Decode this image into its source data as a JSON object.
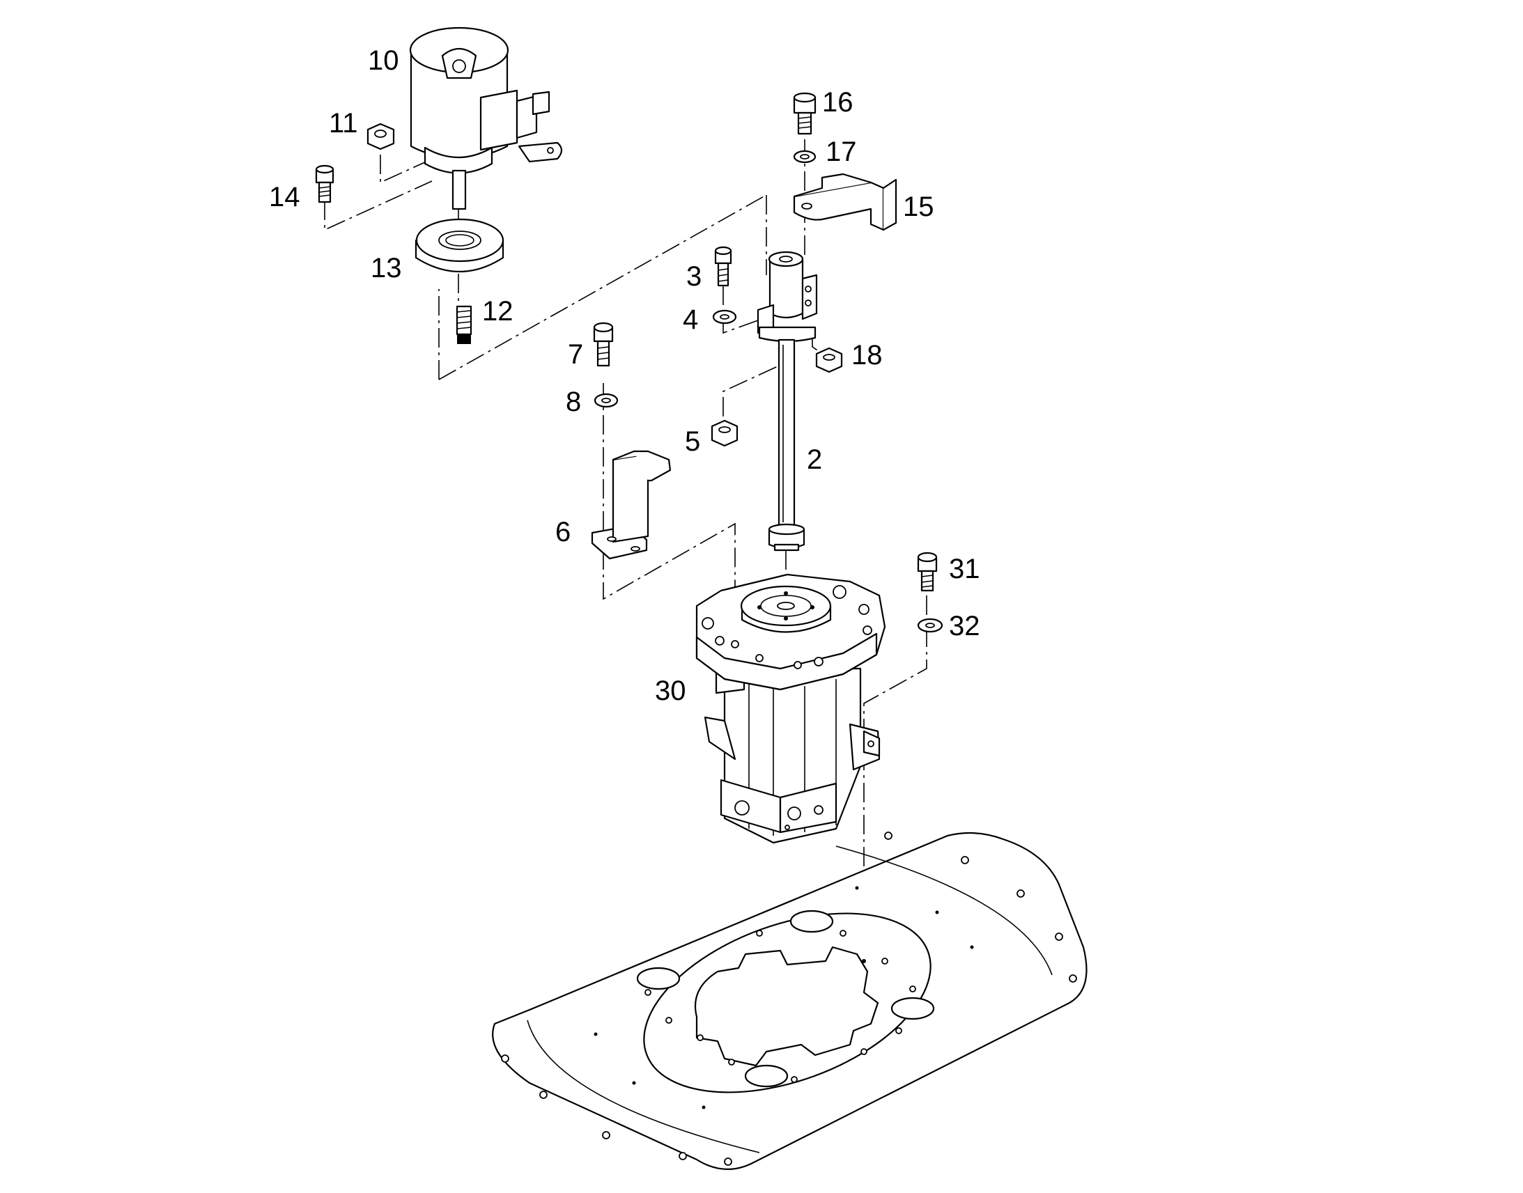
{
  "callouts": {
    "c2": "2",
    "c3": "3",
    "c4": "4",
    "c5": "5",
    "c6": "6",
    "c7": "7",
    "c8": "8",
    "c10": "10",
    "c11": "11",
    "c12": "12",
    "c13": "13",
    "c14": "14",
    "c15": "15",
    "c16": "16",
    "c17": "17",
    "c18": "18",
    "c30": "30",
    "c31": "31",
    "c32": "32"
  },
  "colors": {
    "line": "#000000",
    "background": "#ffffff"
  }
}
